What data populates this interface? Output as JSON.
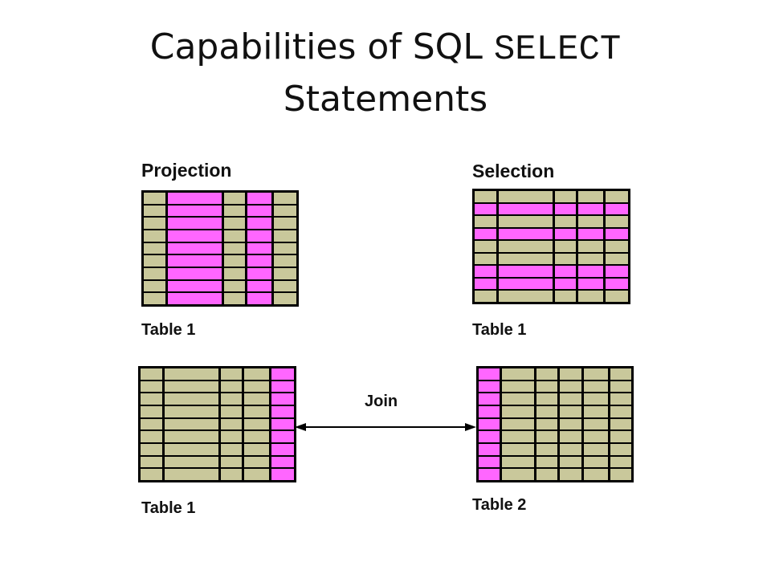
{
  "slide": {
    "title_prefix": "Capabilities of SQL ",
    "title_keyword": "SELECT",
    "title_suffix": "Statements"
  },
  "colors": {
    "cell": "#c9c89b",
    "highlight": "#ff66ff",
    "line": "#000000"
  },
  "projection": {
    "label": "Projection",
    "table_label": "Table 1",
    "rows": 9,
    "cols": 5,
    "highlight_cols": [
      1,
      3
    ],
    "highlight_rows": []
  },
  "selection": {
    "label": "Selection",
    "table_label": "Table 1",
    "rows": 9,
    "cols": 5,
    "highlight_cols": [],
    "highlight_rows": [
      1,
      3,
      6,
      7
    ]
  },
  "join": {
    "label": "Join",
    "left": {
      "table_label": "Table 1",
      "rows": 9,
      "cols": 5,
      "highlight_cols": [
        4
      ],
      "highlight_rows": []
    },
    "right": {
      "table_label": "Table 2",
      "rows": 9,
      "cols": 6,
      "highlight_cols": [
        0
      ],
      "highlight_rows": []
    }
  }
}
